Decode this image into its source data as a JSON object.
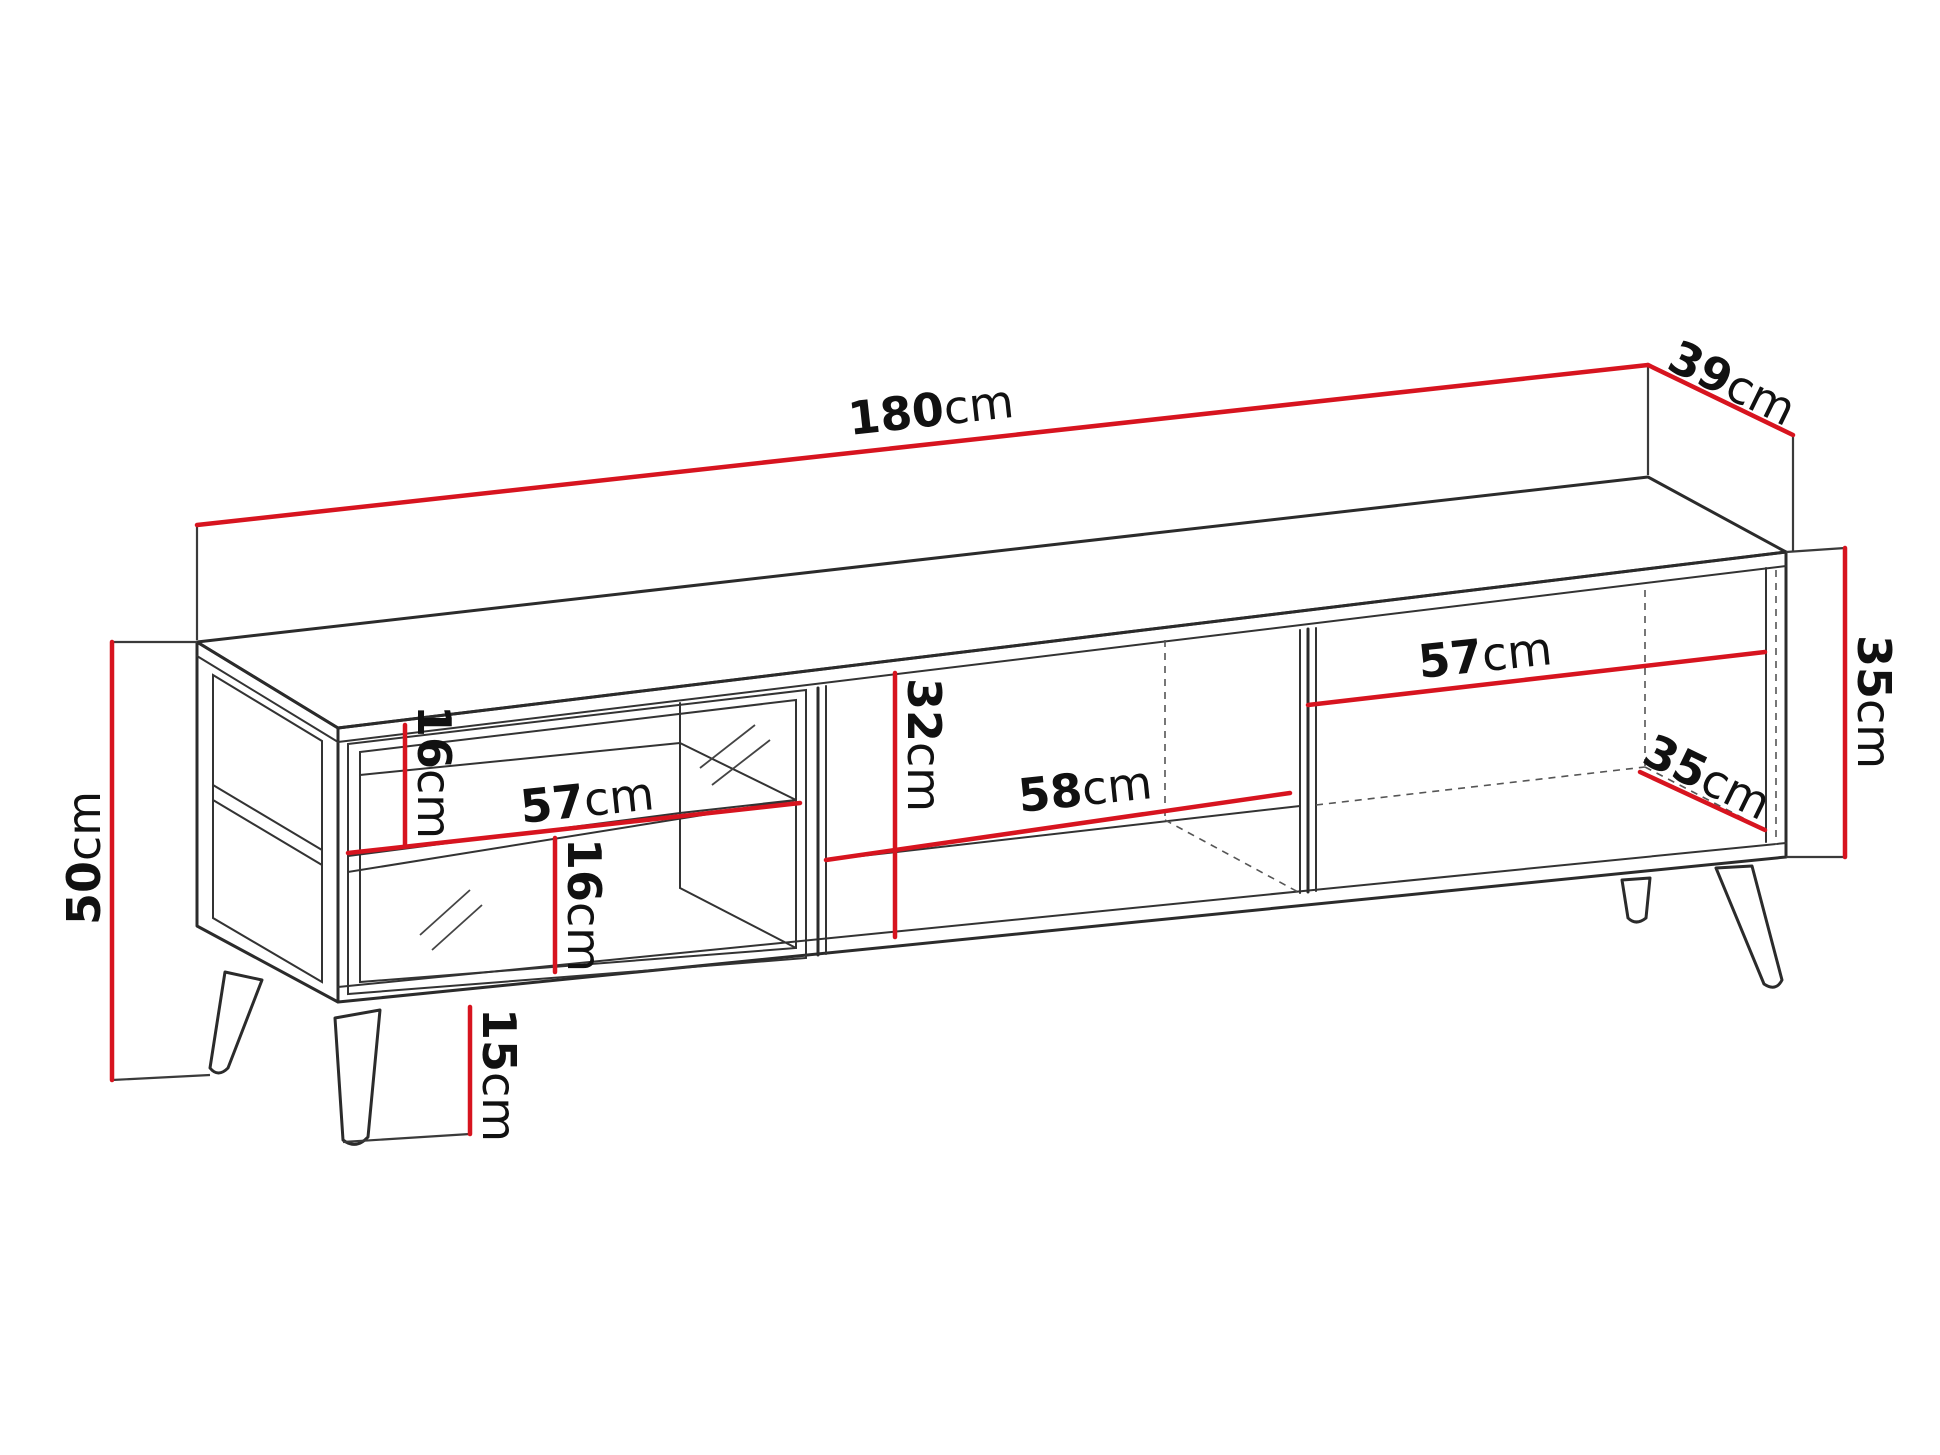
{
  "colors": {
    "dimension_line": "#d7141f",
    "outline": "#2b2b2b",
    "background": "#ffffff"
  },
  "dimensions": {
    "total_width": {
      "value": "180",
      "unit": "cm"
    },
    "depth": {
      "value": "39",
      "unit": "cm"
    },
    "total_height": {
      "value": "50",
      "unit": "cm"
    },
    "body_height": {
      "value": "35",
      "unit": "cm"
    },
    "leg_height": {
      "value": "15",
      "unit": "cm"
    },
    "vitrine_upper_height": {
      "value": "16",
      "unit": "cm"
    },
    "vitrine_lower_height": {
      "value": "16",
      "unit": "cm"
    },
    "vitrine_width": {
      "value": "57",
      "unit": "cm"
    },
    "middle_height": {
      "value": "32",
      "unit": "cm"
    },
    "middle_width": {
      "value": "58",
      "unit": "cm"
    },
    "right_width": {
      "value": "57",
      "unit": "cm"
    },
    "right_depth": {
      "value": "35",
      "unit": "cm"
    }
  }
}
